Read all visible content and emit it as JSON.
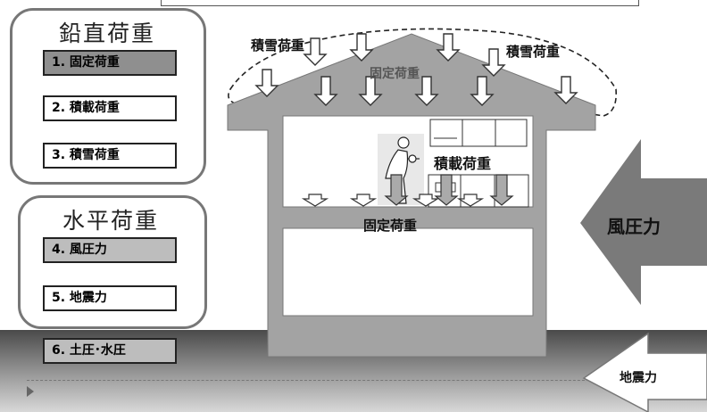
{
  "vertical_loads": {
    "title": "鉛直荷重",
    "items": [
      "1. 固定荷重",
      "2. 積載荷重",
      "3. 積雪荷重"
    ]
  },
  "horizontal_loads": {
    "title": "水平荷重",
    "items": [
      "4. 風圧力",
      "5. 地震力",
      "6. 土圧･水圧"
    ]
  },
  "house_labels": {
    "snow_left": "積雪荷重",
    "snow_right": "積雪荷重",
    "roof_dead": "固定荷重",
    "live": "積載荷重",
    "floor_dead": "固定荷重"
  },
  "arrows": {
    "wind": "風圧力",
    "earthquake": "地震力"
  },
  "colors": {
    "house": "#a3a3a3",
    "wind_arrow": "#7a7a7a",
    "dark_item": "#8f8f8f",
    "mid_item": "#bdbdbd"
  }
}
